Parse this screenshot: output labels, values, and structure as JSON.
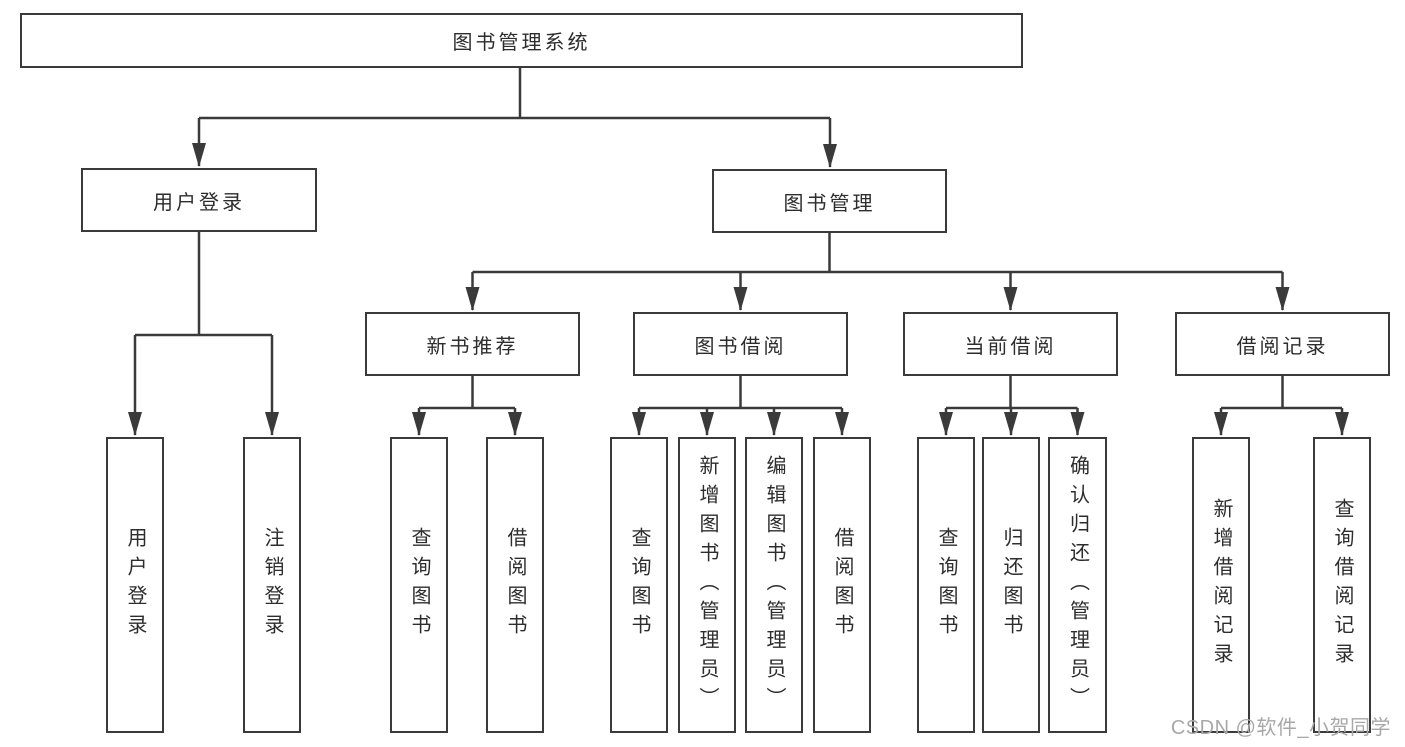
{
  "diagram": {
    "root": {
      "label": "图书管理系统"
    },
    "branches": [
      {
        "label": "用户登录",
        "children": [
          "用户登录",
          "注销登录"
        ]
      },
      {
        "label": "图书管理",
        "groups": [
          {
            "label": "新书推荐",
            "children": [
              "查询图书",
              "借阅图书"
            ]
          },
          {
            "label": "图书借阅",
            "children": [
              "查询图书",
              "新增图书（管理员）",
              "编辑图书（管理员）",
              "借阅图书"
            ]
          },
          {
            "label": "当前借阅",
            "children": [
              "查询图书",
              "归还图书",
              "确认归还（管理员）"
            ]
          },
          {
            "label": "借阅记录",
            "children": [
              "新增借阅记录",
              "查询借阅记录"
            ]
          }
        ]
      }
    ]
  },
  "colors": {
    "box_border": "#3a3a3a",
    "connector_line": "#3a3a3a",
    "text": "#2d2d2d",
    "watermark_text": "#a8a8a8",
    "background": "#ffffff"
  },
  "watermark": {
    "text": "CSDN @软件_小贺同学"
  }
}
